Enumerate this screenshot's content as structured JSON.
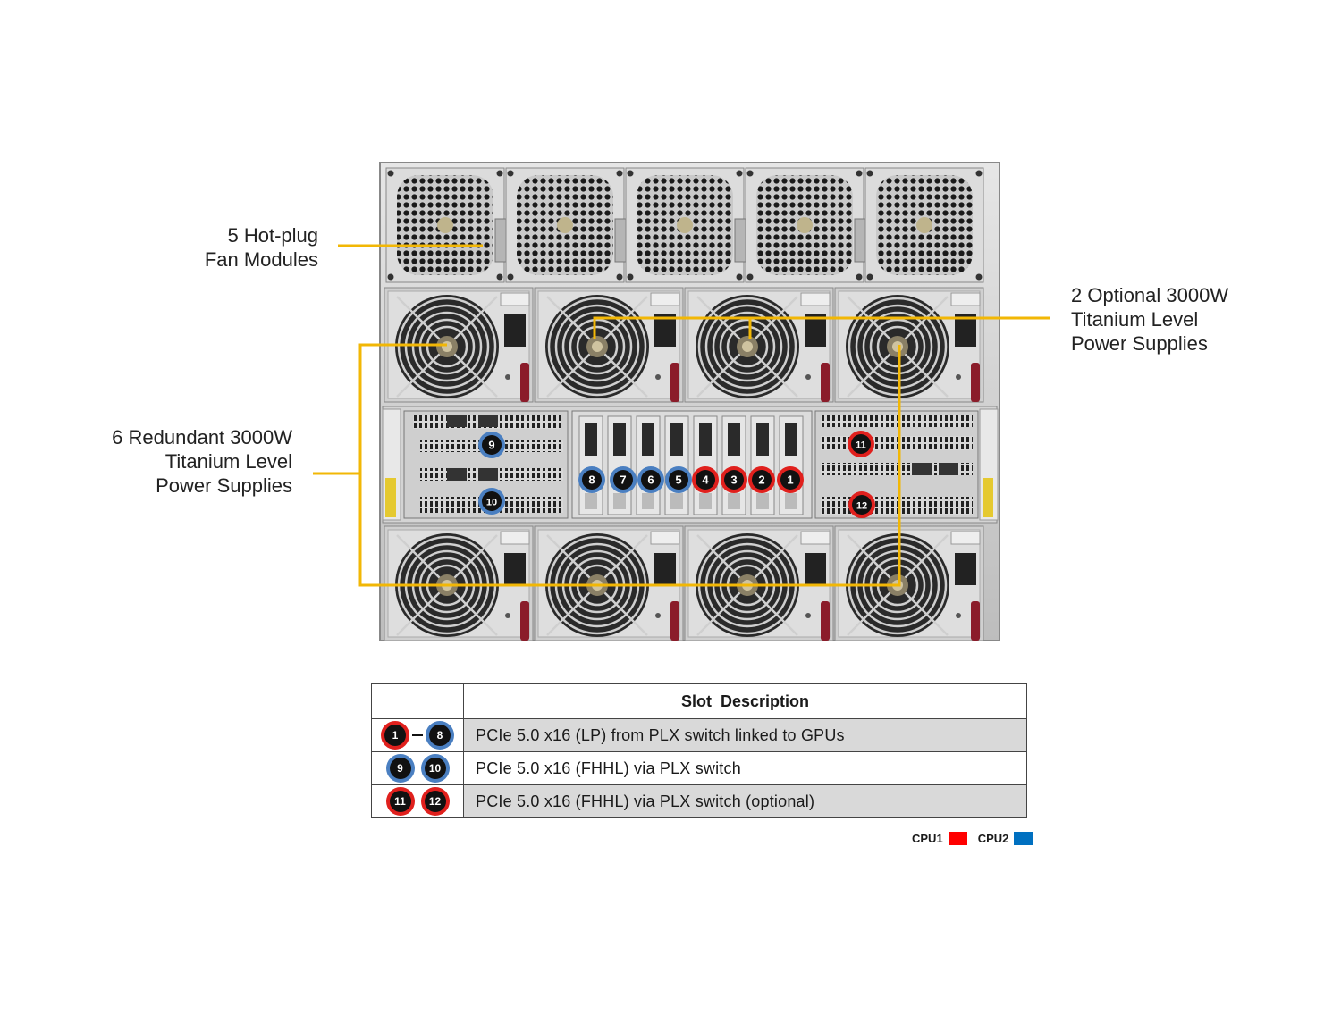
{
  "callouts": {
    "fans": [
      "5 Hot-plug",
      "Fan Modules"
    ],
    "optional_psu": [
      "2 Optional 3000W",
      "Titanium Level",
      "Power Supplies"
    ],
    "redundant_psu": [
      "6 Redundant 3000W",
      "Titanium Level",
      "Power Supplies"
    ]
  },
  "slot_badges": {
    "middle": [
      {
        "label": "8",
        "cpu": "CPU2"
      },
      {
        "label": "7",
        "cpu": "CPU2"
      },
      {
        "label": "6",
        "cpu": "CPU2"
      },
      {
        "label": "5",
        "cpu": "CPU2"
      },
      {
        "label": "4",
        "cpu": "CPU1"
      },
      {
        "label": "3",
        "cpu": "CPU1"
      },
      {
        "label": "2",
        "cpu": "CPU1"
      },
      {
        "label": "1",
        "cpu": "CPU1"
      }
    ],
    "left": [
      {
        "label": "9",
        "cpu": "CPU2"
      },
      {
        "label": "10",
        "cpu": "CPU2"
      }
    ],
    "right": [
      {
        "label": "11",
        "cpu": "CPU1"
      },
      {
        "label": "12",
        "cpu": "CPU1"
      }
    ]
  },
  "table": {
    "header": "Slot  Description",
    "rows": [
      {
        "badges": [
          "1",
          "8"
        ],
        "range": true,
        "desc": "PCIe 5.0 x16 (LP) from PLX switch linked to GPUs"
      },
      {
        "badges": [
          "9",
          "10"
        ],
        "range": false,
        "desc": "PCIe 5.0 x16 (FHHL) via PLX switch"
      },
      {
        "badges": [
          "11",
          "12"
        ],
        "range": false,
        "desc": "PCIe 5.0 x16 (FHHL) via PLX switch (optional)"
      }
    ]
  },
  "legend": [
    {
      "label": "CPU1",
      "color": "#ff0000"
    },
    {
      "label": "CPU2",
      "color": "#0070c0"
    }
  ],
  "colors": {
    "callout_line": "#f2b705",
    "cpu1_ring": "#e0201d",
    "cpu2_ring": "#4a7fc1"
  }
}
